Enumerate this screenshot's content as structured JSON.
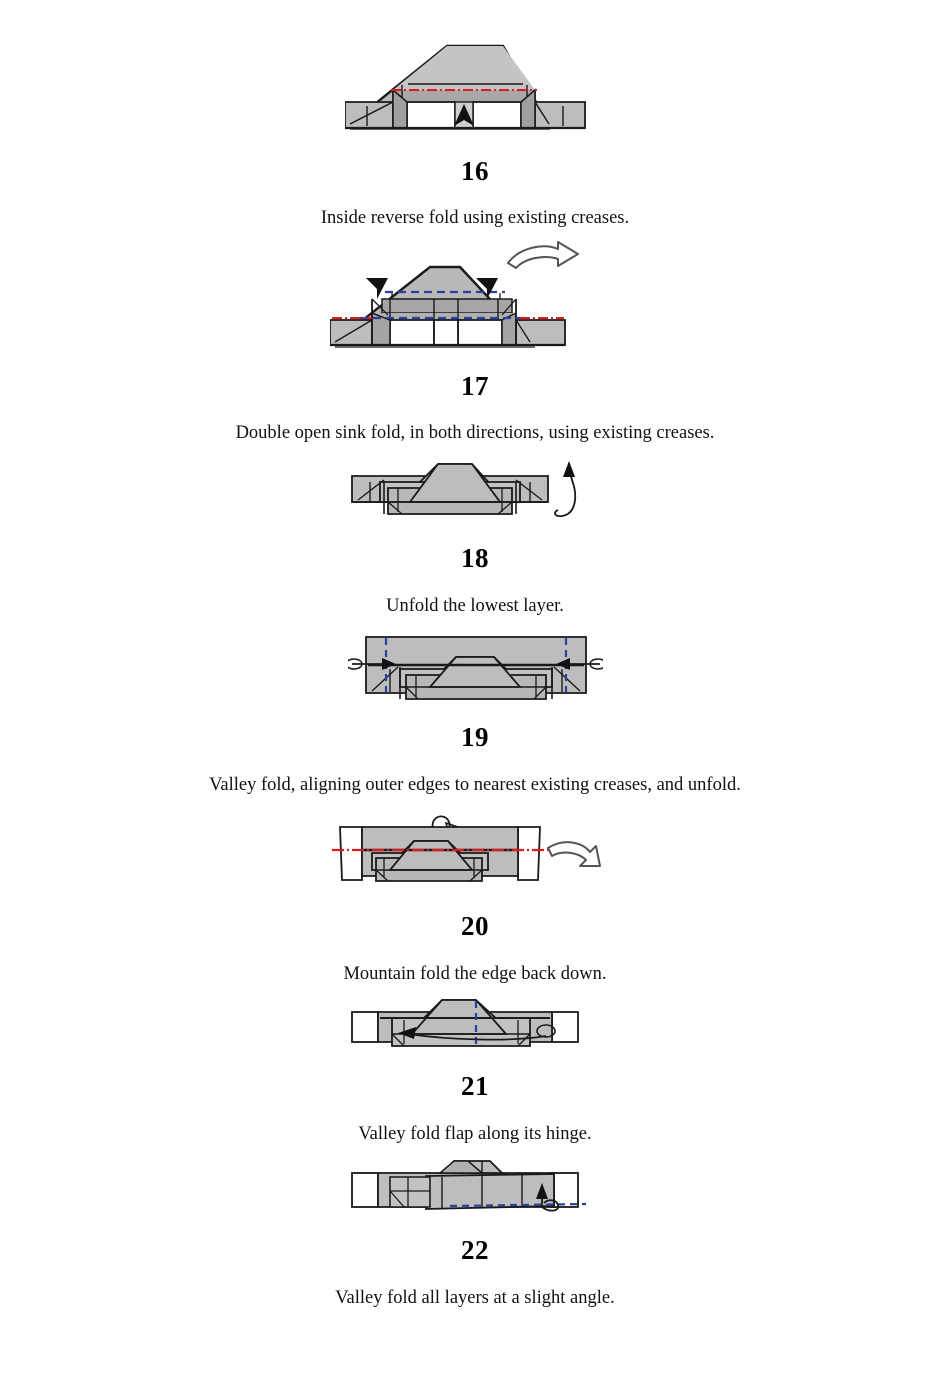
{
  "document": {
    "type": "origami-folding-instructions",
    "page_background": "#ffffff",
    "text_color": "#000000"
  },
  "palette": {
    "paper_light": "#c8c8c8",
    "paper_mid": "#b4b4b4",
    "paper_dark": "#a0a0a0",
    "paper_white": "#ffffff",
    "outline": "#1a1a1a",
    "shadow": "#6e6e6e",
    "mountain_crease": "#e01b1b",
    "valley_crease": "#2b3fa0",
    "arrow_fill": "#ffffff",
    "arrow_stroke": "#555555"
  },
  "steps": [
    {
      "number": "16",
      "caption": "Inside reverse fold using existing creases.",
      "crease_type": "mountain",
      "crease_color": "#e01b1b",
      "arrow_hint": "solid-up-arrowhead-center"
    },
    {
      "number": "17",
      "caption": "Double open sink fold, in both directions, using existing creases.",
      "crease_type": "valley-and-mountain",
      "crease_color": "#2b3fa0",
      "arrow_hint": "two-down-arrowheads-and-turn-over-arrow"
    },
    {
      "number": "18",
      "caption": "Unfold the lowest layer.",
      "crease_type": "none",
      "crease_color": "#1a1a1a",
      "arrow_hint": "curved-unfold-arrow-right"
    },
    {
      "number": "19",
      "caption": "Valley fold, aligning outer edges to nearest existing creases, and unfold.",
      "crease_type": "valley",
      "crease_color": "#2b3fa0",
      "arrow_hint": "two-inward-fold-and-unfold-arrows"
    },
    {
      "number": "20",
      "caption": "Mountain fold the edge back down.",
      "crease_type": "mountain",
      "crease_color": "#e01b1b",
      "arrow_hint": "fold-behind-loop-and-turn-over-arrow"
    },
    {
      "number": "21",
      "caption": "Valley fold flap along its hinge.",
      "crease_type": "valley",
      "crease_color": "#2b3fa0",
      "arrow_hint": "long-left-arrow-with-loop"
    },
    {
      "number": "22",
      "caption": "Valley fold all layers at a slight angle.",
      "crease_type": "valley",
      "crease_color": "#2b3fa0",
      "arrow_hint": "upward-arrow-with-loop-right"
    }
  ]
}
